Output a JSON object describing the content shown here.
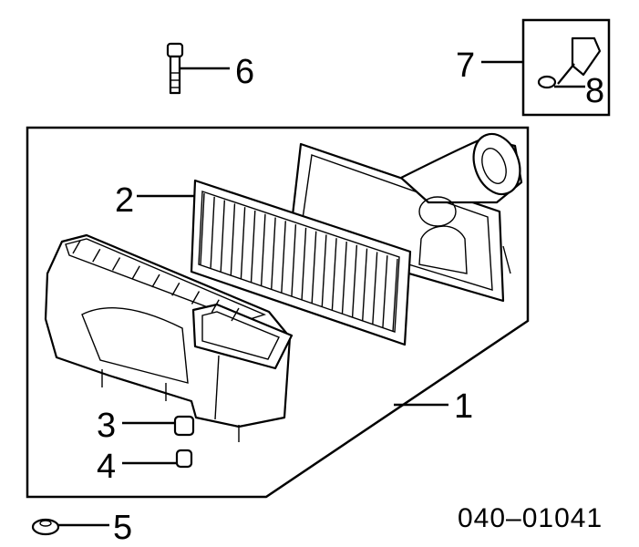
{
  "diagram": {
    "code": "040–01041",
    "callouts": [
      {
        "id": "1",
        "label": "1"
      },
      {
        "id": "2",
        "label": "2"
      },
      {
        "id": "3",
        "label": "3"
      },
      {
        "id": "4",
        "label": "4"
      },
      {
        "id": "5",
        "label": "5"
      },
      {
        "id": "6",
        "label": "6"
      },
      {
        "id": "7",
        "label": "7"
      },
      {
        "id": "8",
        "label": "8"
      }
    ],
    "icons": [
      "air-cleaner-housing-icon",
      "air-filter-element-icon",
      "housing-cover-icon",
      "grommet-icon",
      "bolt-icon",
      "sensor-icon",
      "washer-icon"
    ]
  }
}
